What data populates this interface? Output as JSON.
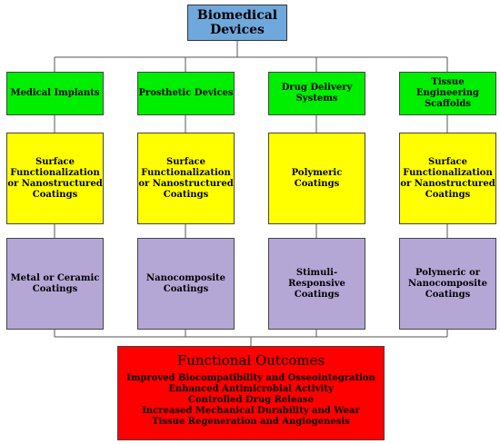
{
  "top": {
    "title": "Biomedical Devices"
  },
  "columns": [
    {
      "category": "Medical Implants",
      "approach": "Surface Functionalization or Nanostructured Coatings",
      "coating": "Metal or Ceramic Coatings"
    },
    {
      "category": "Prosthetic Devices",
      "approach": "Surface Functionalization or Nanostructured Coatings",
      "coating": "Nanocomposite Coatings"
    },
    {
      "category": "Drug Delivery Systems",
      "approach": "Polymeric Coatings",
      "coating": "Stimuli-Responsive Coatings"
    },
    {
      "category": "Tissue Engineering Scaffolds",
      "approach": "Surface Functionalization or Nanostructured Coatings",
      "coating": "Polymeric or Nanocomposite Coatings"
    }
  ],
  "outcomes": {
    "title": "Functional Outcomes",
    "items": [
      "Improved Biocompatibility and Osseointegration",
      "Enhanced Antimicrobial Activity",
      "Controlled Drug Release",
      "Increased Mechanical Durability and Wear",
      "Tissue Regeneration and Angiogenesis"
    ]
  },
  "colors": {
    "top": "#6fa8dc",
    "category": "#00ee00",
    "approach": "#ffff00",
    "coating": "#b4a7d6",
    "outcomes": "#ff0000"
  }
}
